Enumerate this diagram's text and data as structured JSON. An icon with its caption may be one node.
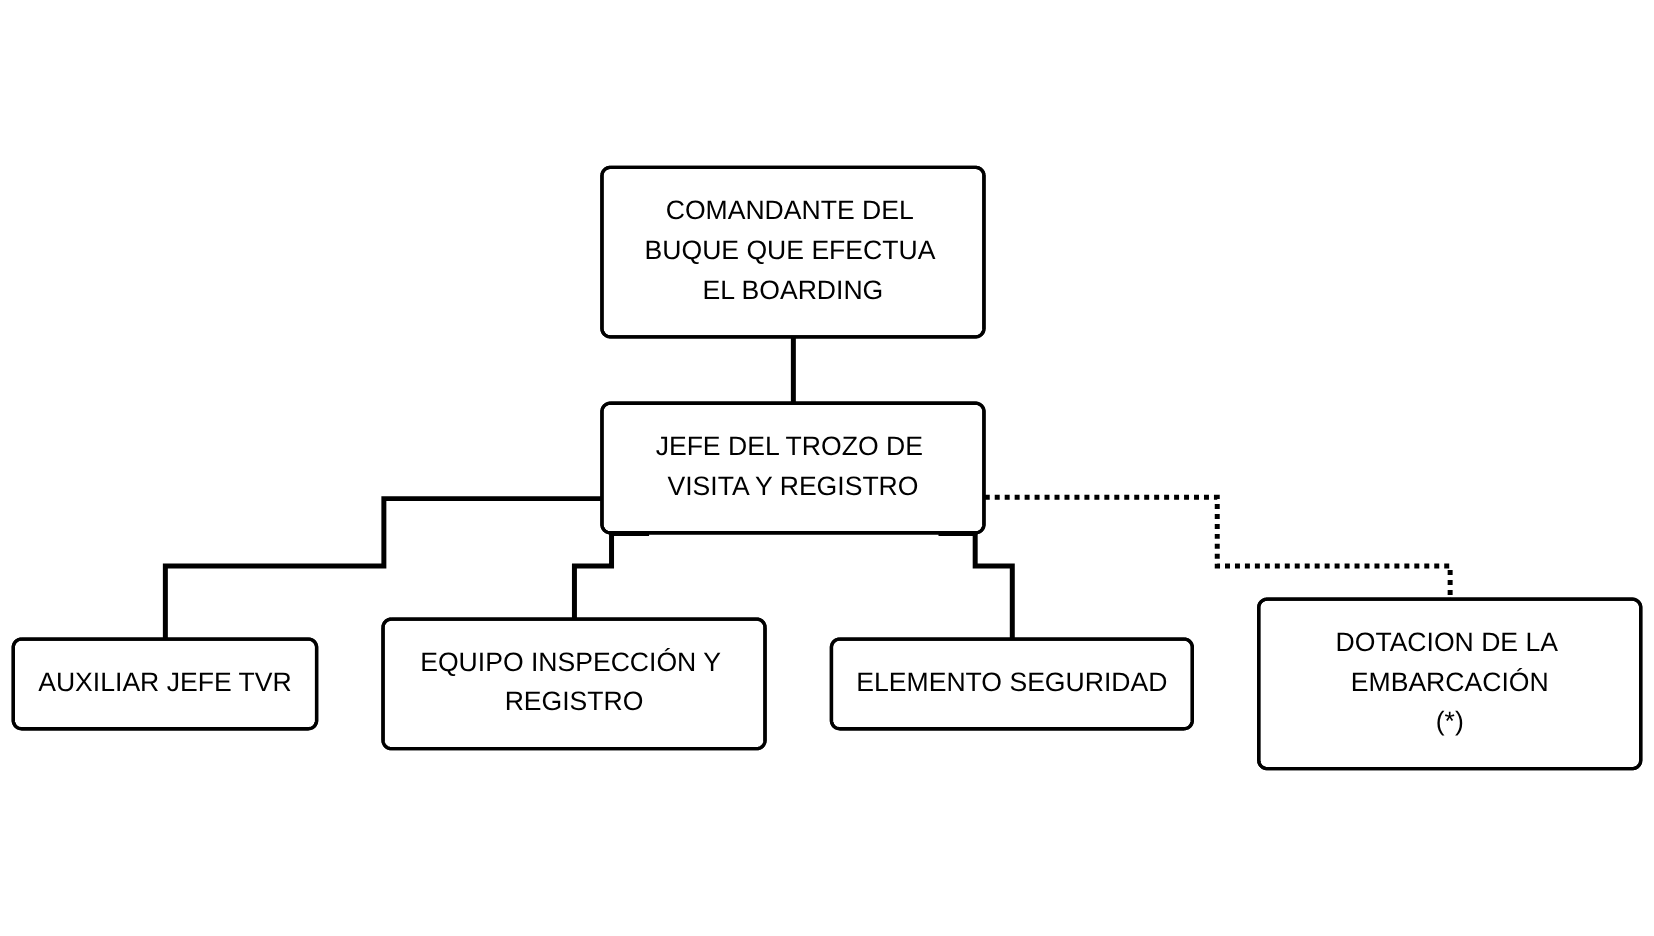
{
  "diagram": {
    "nodes": [
      {
        "text": [
          "COMANDANTE DEL BUQUE QUE EFECTUA EL BOARDING"
        ]
      },
      {
        "text": [
          "JEFE DEL TROZO DE VISITA Y REGISTRO"
        ]
      },
      {
        "text": [
          "AUXILIAR JEFE TVR"
        ]
      },
      {
        "text": [
          "DOTACION DE LA EMBARCACIÓN",
          "(*)"
        ]
      },
      {
        "text": [
          "EQUIPO INSPECCIÓN Y REGISTRO"
        ]
      },
      {
        "text": [
          "ELEMENTO SEGURIDAD"
        ]
      }
    ],
    "edges": [
      {
        "from": 0,
        "to": 1,
        "arrow": "none"
      },
      {
        "from": 1,
        "to": 2,
        "arrow": "none"
      },
      {
        "from": 1,
        "to": 4,
        "arrow": "none"
      },
      {
        "from": 1,
        "to": 5,
        "arrow": "none"
      },
      {
        "from": 1,
        "to": 3,
        "arrow": "none",
        "style": "dashed"
      }
    ]
  }
}
